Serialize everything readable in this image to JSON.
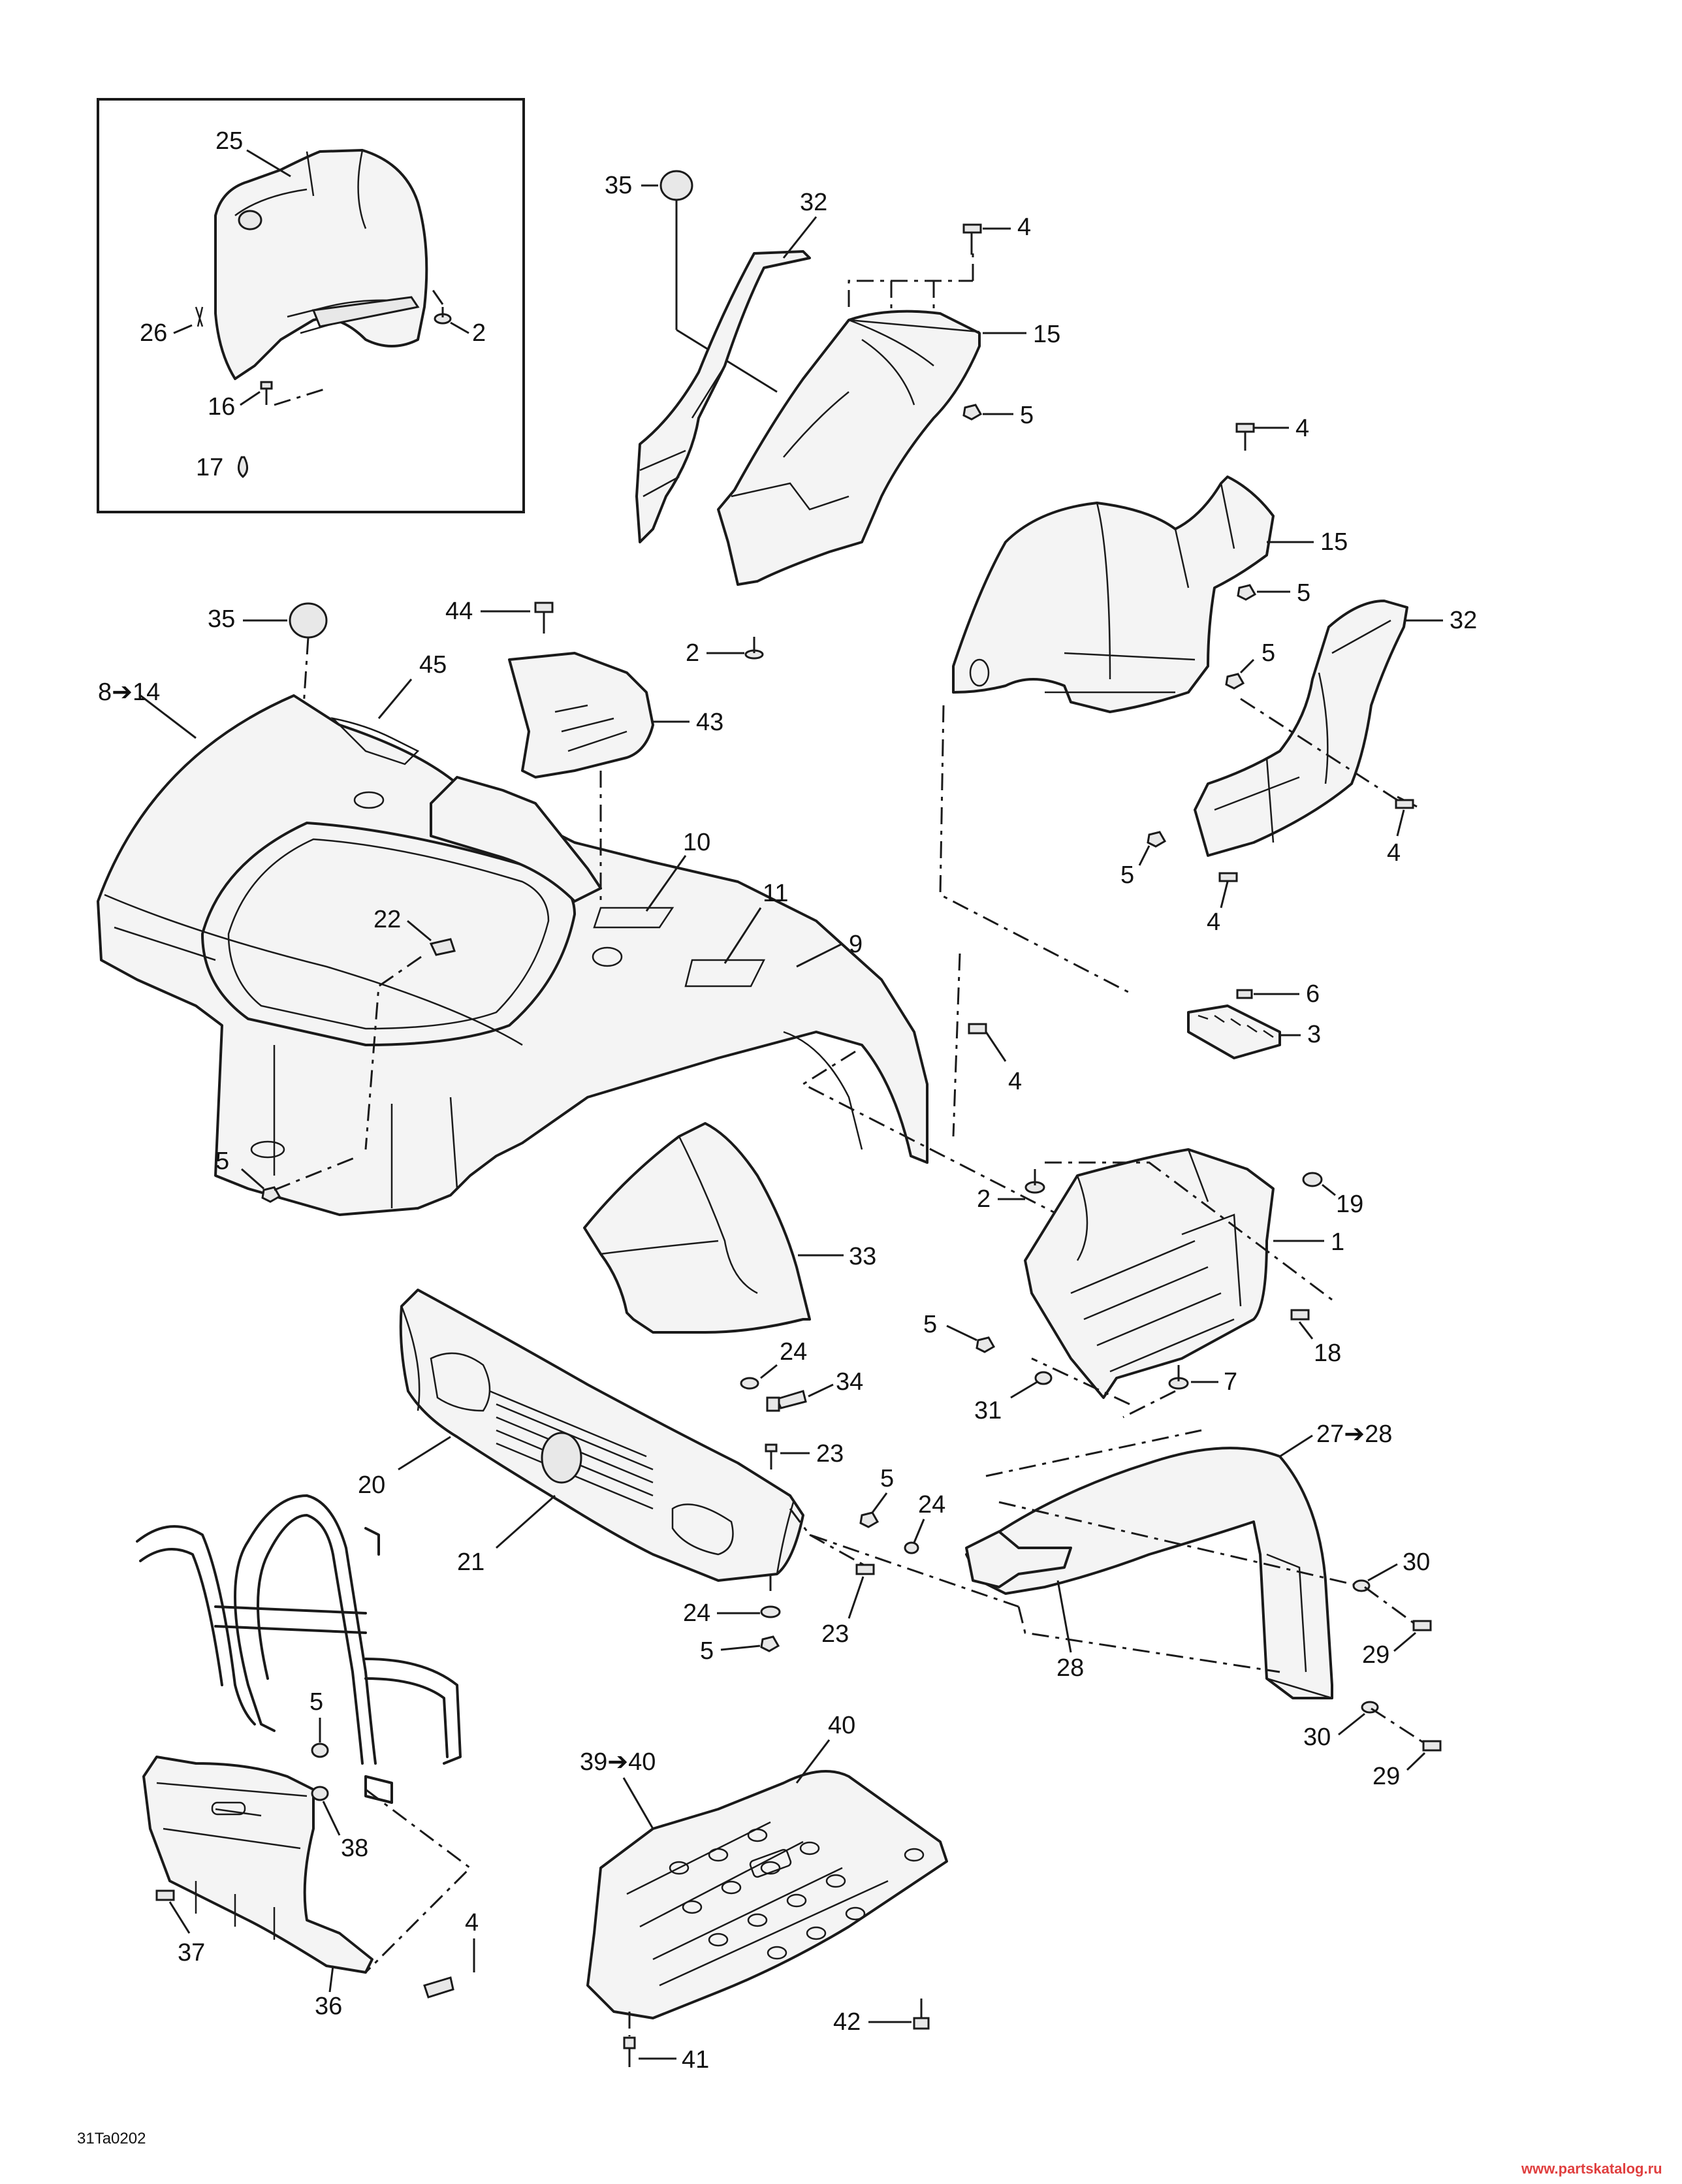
{
  "diagram_code": "31Ta0202",
  "watermark": "www.partskatalog.ru",
  "callouts": {
    "c25": "25",
    "c26": "26",
    "c2_inset": "2",
    "c16": "16",
    "c17": "17",
    "c35_top": "35",
    "c32_top": "32",
    "c4_top": "4",
    "c15_top": "15",
    "c5_top": "5",
    "c2_top": "2",
    "c4_r1": "4",
    "c15_r": "15",
    "c5_r1": "5",
    "c32_r": "32",
    "c5_r2": "5",
    "c4_r2": "4",
    "c5_r3": "5",
    "c4_r3": "4",
    "c35_mid": "35",
    "c44": "44",
    "c45": "45",
    "c43": "43",
    "c8_14": "8➔14",
    "c10": "10",
    "c11": "11",
    "c9": "9",
    "c22": "22",
    "c4_hood": "4",
    "c5_hood": "5",
    "c6": "6",
    "c3": "3",
    "c2_step": "2",
    "c19": "19",
    "c1": "1",
    "c5_step": "5",
    "c18": "18",
    "c31": "31",
    "c7": "7",
    "c33": "33",
    "c24_a": "24",
    "c34": "34",
    "c20": "20",
    "c21": "21",
    "c23_a": "23",
    "c5_bump": "5",
    "c24_b": "24",
    "c24_c": "24",
    "c23_b": "23",
    "c5_bump2": "5",
    "c27_28": "27➔28",
    "c28": "28",
    "c30_a": "30",
    "c29_a": "29",
    "c30_b": "30",
    "c29_b": "29",
    "c5_guard": "5",
    "c38": "38",
    "c37": "37",
    "c36": "36",
    "c4_guard": "4",
    "c39_40": "39➔40",
    "c40": "40",
    "c42": "42",
    "c41": "41"
  }
}
